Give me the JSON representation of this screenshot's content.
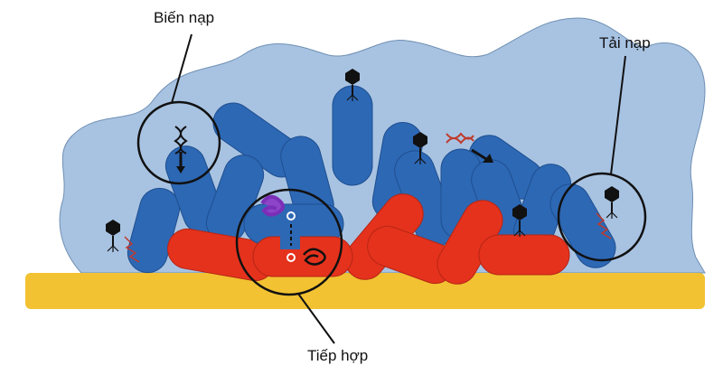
{
  "labels": {
    "transformation": "Biến nạp",
    "transduction": "Tải nạp",
    "conjugation": "Tiếp hợp"
  },
  "colors": {
    "biofilm": "#a8c3e2",
    "bacteria_blue": "#2d68b5",
    "bacteria_red": "#e5321d",
    "substrate": "#f2c232"
  }
}
